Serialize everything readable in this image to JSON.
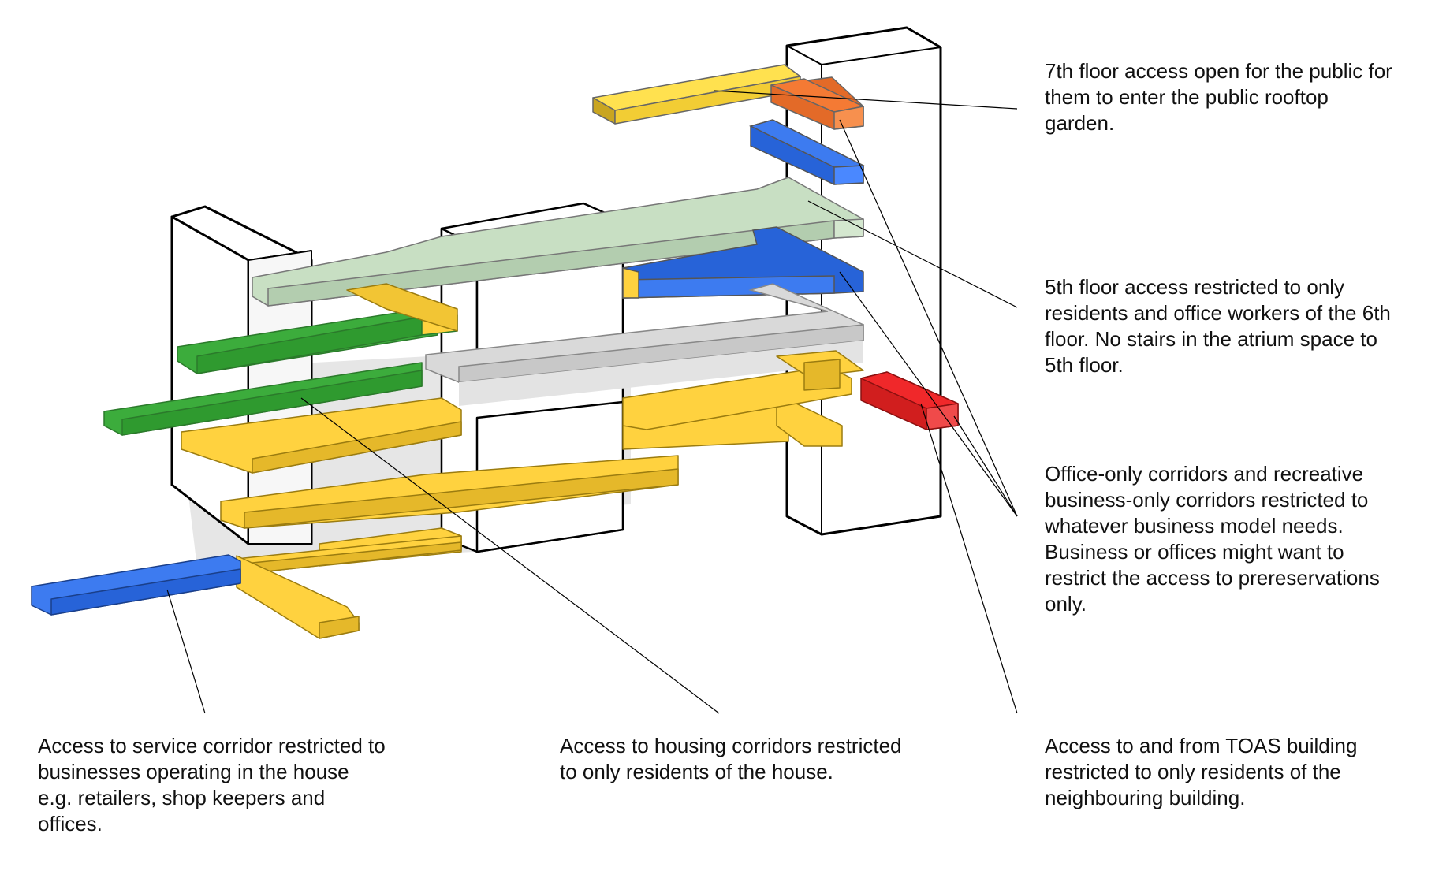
{
  "colors": {
    "public_rooftop": "#f47a34",
    "residents_5th": "#c8dfc3",
    "office_only": "#3d7bf0",
    "housing": "#ffd23f",
    "service": "#3d7bf0",
    "business": "#3cac3c",
    "toas_access": "#f0282a",
    "atrium": "#d9d9d9",
    "building": "#ffffff",
    "outline": "#000000"
  },
  "annotations": {
    "public_rooftop": "7th floor access open for the public for\nthem to enter the public rooftop\ngarden.",
    "fifth_floor": "5th floor access restricted to only\nresidents and office workers of the 6th\nfloor. No stairs in the atrium space to\n5th floor.",
    "office_business": "Office-only corridors and recreative\nbusiness-only corridors restricted to\nwhatever business model needs.\nBusiness or offices might want to\nrestrict the access to prereservations\nonly.",
    "service_corridor": "Access to service corridor restricted to\nbusinesses operating in the house\ne.g. retailers, shop keepers and\noffices.",
    "housing_corridors": "Access to housing corridors restricted\nto only residents of the house.",
    "toas_building": "Access to and from TOAS building\nrestricted to only residents of the\nneighbouring building."
  }
}
